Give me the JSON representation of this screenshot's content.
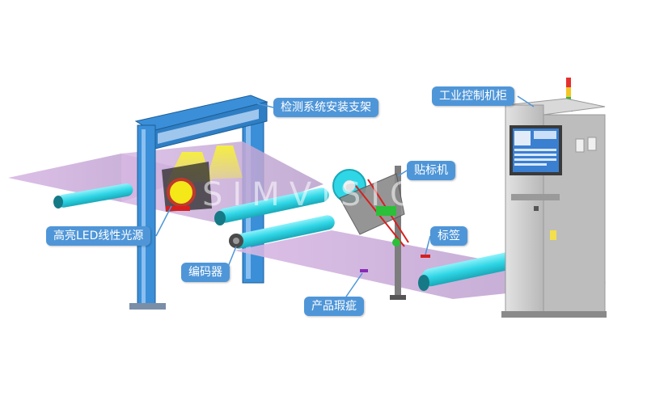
{
  "labels": {
    "frame": "检测系统安装支架",
    "cabinet": "工业控制机柜",
    "labeler": "贴标机",
    "light": "高亮LED线性光源",
    "label": "标签",
    "encoder": "编码器",
    "defect": "产品瑕疵"
  },
  "watermark": "SIMVISION",
  "colors": {
    "callout": "#4f96d8",
    "frame_blue": "#3a8fd8",
    "roller_cyan": "#2fd6e6",
    "web_purple": "#c9a8d8",
    "cabinet_gray": "#c8c8c8",
    "light_yellow": "#f2e820"
  }
}
